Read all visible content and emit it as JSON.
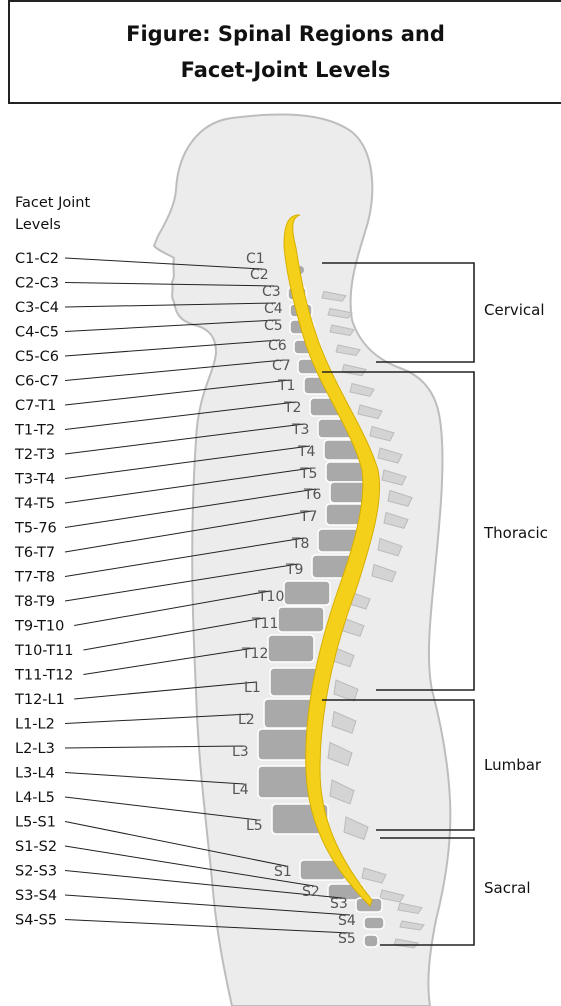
{
  "title": {
    "line1": "Figure: Spinal Regions and",
    "line2": "Facet-Joint Levels"
  },
  "header": {
    "line1": "Facet Joint",
    "line2": "Levels"
  },
  "facet_levels": [
    "C1-C2",
    "C2-C3",
    "C3-C4",
    "C4-C5",
    "C5-C6",
    "C6-C7",
    "C7-T1",
    "T1-T2",
    "T2-T3",
    "T3-T4",
    "T4-T5",
    "T5-76",
    "T6-T7",
    "T7-T8",
    "T8-T9",
    "T9-T10",
    "T10-T11",
    "T11-T12",
    "T12-L1",
    "L1-L2",
    "L2-L3",
    "L3-L4",
    "L4-L5",
    "L5-S1",
    "S1-S2",
    "S2-S3",
    "S3-S4",
    "S4-S5"
  ],
  "vertebrae": [
    "C1",
    "C2",
    "C3",
    "C4",
    "C5",
    "C6",
    "C7",
    "T1",
    "T2",
    "T3",
    "T4",
    "T5",
    "T6",
    "T7",
    "T8",
    "T9",
    "T10",
    "T11",
    "T12",
    "L1",
    "L2",
    "L3",
    "L4",
    "L5",
    "S1",
    "S2",
    "S3",
    "S4",
    "S5"
  ],
  "regions": [
    "Cervical",
    "Thoracic",
    "Lumbar",
    "Sacral"
  ],
  "colors": {
    "spinal_cord": "#f5d01a",
    "bone": "#a9a9a9",
    "body_fill": "#ececec",
    "body_outline": "#bdbdbd",
    "lines": "#222222"
  }
}
